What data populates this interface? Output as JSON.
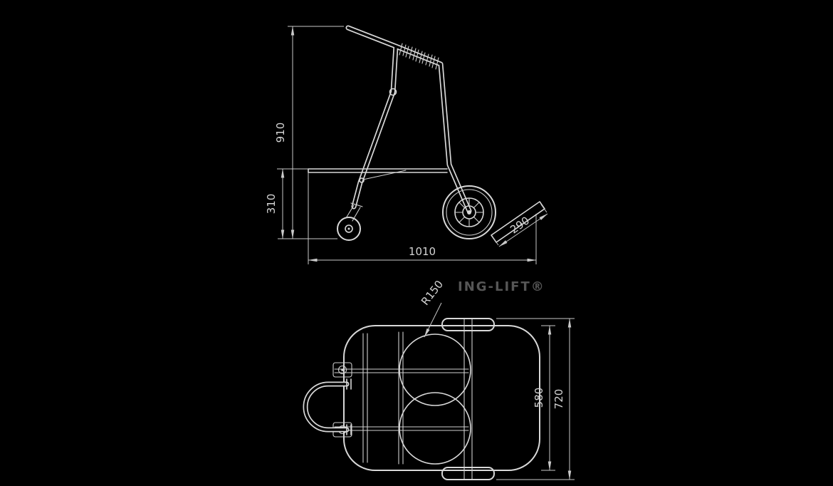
{
  "colors": {
    "background": "#000000",
    "line": "#d8d8d8",
    "dimension": "#c9c9c9",
    "text": "#d4d4d4",
    "watermark": "#565656"
  },
  "side_view": {
    "dim_overall_height": "910",
    "dim_platform_height": "310",
    "dim_overall_length": "1010",
    "dim_toe_plate_depth": "290"
  },
  "top_view": {
    "dim_cradle_radius": "R150",
    "dim_frame_width": "580",
    "dim_overall_width": "720"
  },
  "watermark_text": "ING-LIFT®"
}
